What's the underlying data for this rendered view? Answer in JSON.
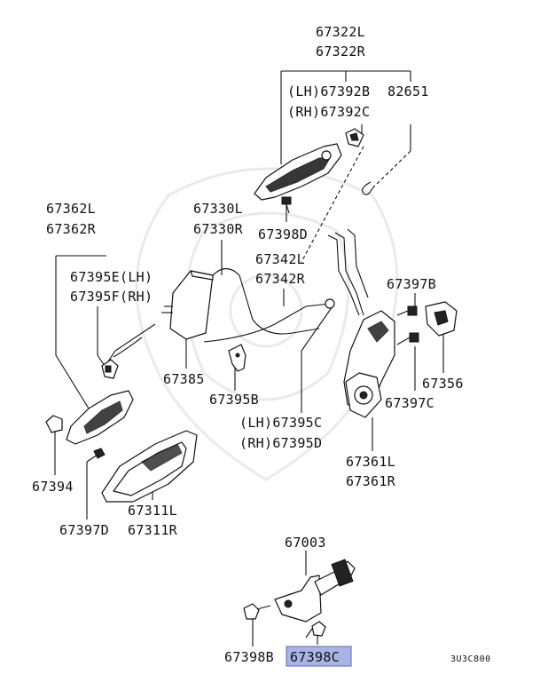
{
  "labels": {
    "p67322L": "67322L",
    "p67322R": "67322R",
    "p67392B": "(LH)67392B",
    "p67392C": "(RH)67392C",
    "p82651": "82651",
    "p67362L": "67362L",
    "p67362R": "67362R",
    "p67330L": "67330L",
    "p67330R": "67330R",
    "p67398D": "67398D",
    "p67342L": "67342L",
    "p67342R": "67342R",
    "p67395E": "67395E(LH)",
    "p67395F": "67395F(RH)",
    "p67397B": "67397B",
    "p67385": "67385",
    "p67395B": "67395B",
    "p67356": "67356",
    "p67397C": "67397C",
    "p67395C": "(LH)67395C",
    "p67395D": "(RH)67395D",
    "p67394": "67394",
    "p67361L": "67361L",
    "p67361R": "67361R",
    "p67311L": "67311L",
    "p67311R": "67311R",
    "p67397D": "67397D",
    "p67003": "67003",
    "p67398B": "67398B",
    "p67398C": "67398C",
    "code": "3U3C800"
  },
  "highlight_color": "#a9b4e6"
}
